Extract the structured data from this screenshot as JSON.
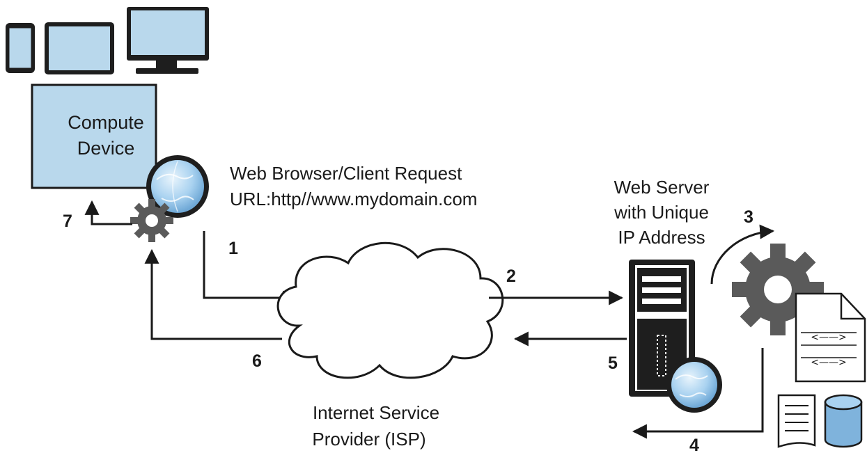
{
  "labels": {
    "compute_device_line1": "Compute",
    "compute_device_line2": "Device",
    "request_line1": "Web Browser/Client Request",
    "request_line2": "URL:http//www.mydomain.com",
    "server_line1": "Web Server",
    "server_line2": "with Unique",
    "server_line3": "IP Address",
    "isp_line1": "Internet Service",
    "isp_line2": "Provider (ISP)"
  },
  "steps": [
    "1",
    "2",
    "3",
    "4",
    "5",
    "6",
    "7"
  ],
  "colors": {
    "device_fill": "#b9d8ec",
    "outline": "#1a1a1a",
    "gear": "#5a5a5a",
    "server_body": "#1e1e1e",
    "globe": "#a9d2f0"
  },
  "icons": [
    "phone-icon",
    "tablet-icon",
    "monitor-icon",
    "globe-icon",
    "gear-icon",
    "cloud-icon",
    "server-icon",
    "document-icon",
    "list-document-icon",
    "database-icon"
  ]
}
